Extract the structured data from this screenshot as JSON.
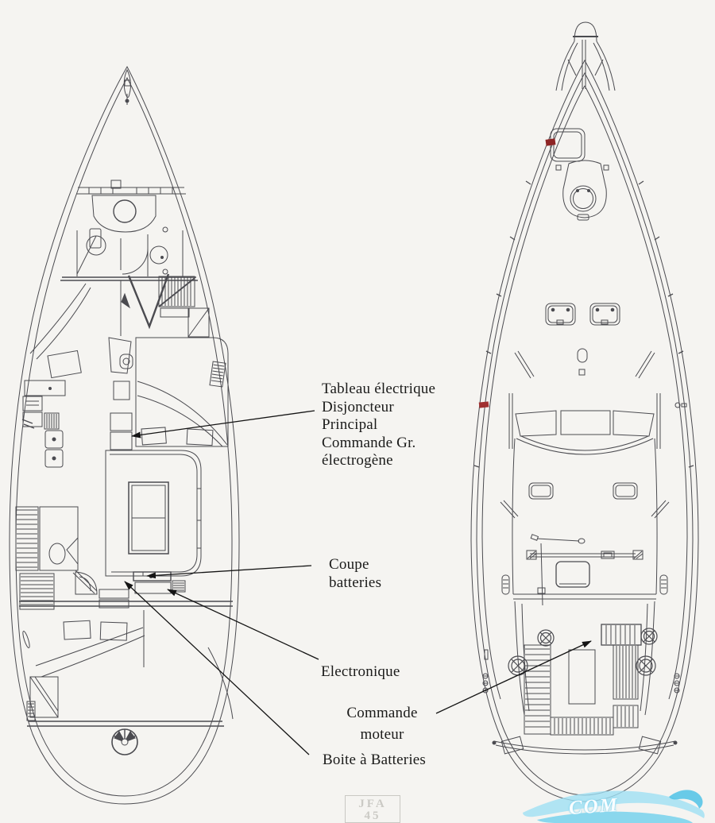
{
  "page": {
    "background": "#f5f4f1",
    "description": "Scanned sailboat layout drawing: interior accommodation plan (left) and deck plan (right) with French electrical-system annotations"
  },
  "diagram": {
    "views": [
      {
        "id": "interior-plan",
        "description": "interior accommodation plan"
      },
      {
        "id": "deck-plan",
        "description": "deck plan"
      }
    ],
    "annotations": [
      {
        "id": "tableau",
        "text": "Tableau électrique\nDisjoncteur\nPrincipal\nCommande Gr.\nélectrogène"
      },
      {
        "id": "coupe",
        "text": "Coupe\nbatteries"
      },
      {
        "id": "electronique",
        "text": "Electronique"
      },
      {
        "id": "commande",
        "text": "Commande\nmoteur"
      },
      {
        "id": "boite",
        "text": "Boite à Batteries"
      }
    ],
    "badge": {
      "text": "JFA\n45"
    },
    "watermark": {
      "visible_text": "COM",
      "wave_color": "#7fd4ee"
    }
  },
  "colors": {
    "line": "#4b4b50",
    "arrow": "#141414",
    "red_mark": "#8e2525",
    "paper": "#f5f4f1"
  }
}
